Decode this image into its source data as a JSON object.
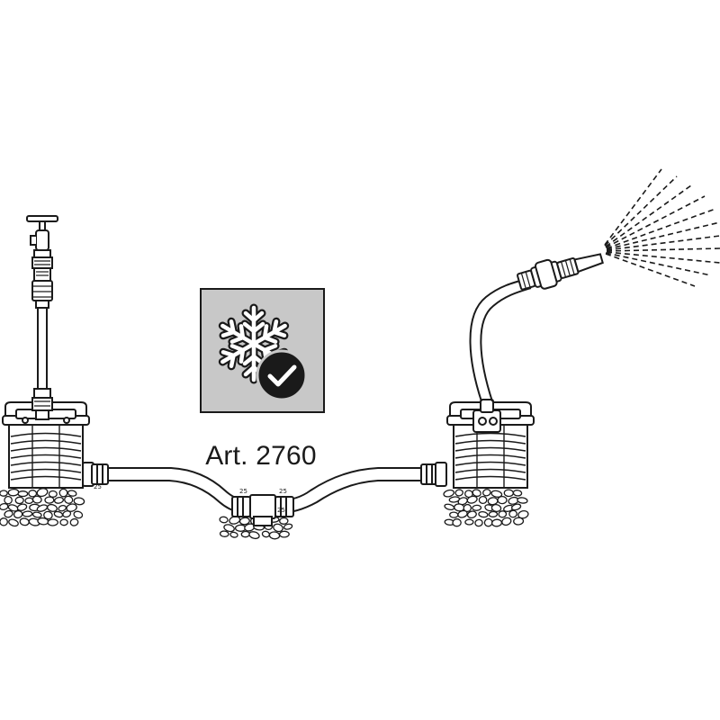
{
  "product": {
    "article_label": "Art. 2760",
    "connector_marks": [
      "25",
      "25",
      "25",
      "25"
    ]
  },
  "badge": {
    "icon": "snowflake-check-icon",
    "background_color": "#c8c8c8",
    "check_circle_color": "#1a1a1a"
  },
  "colors": {
    "line": "#1a1a1a",
    "fill": "#ffffff",
    "pebble": "#ffffff"
  }
}
